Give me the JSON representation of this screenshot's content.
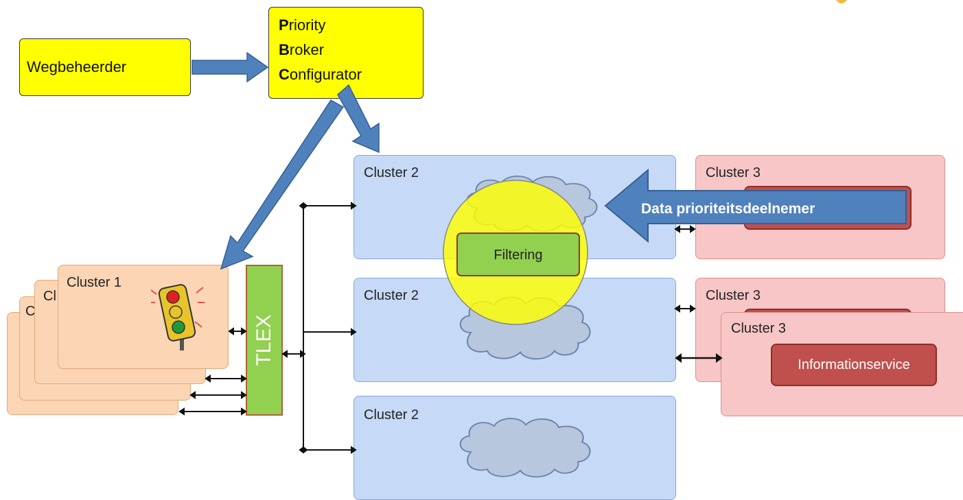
{
  "wegbeheerder": "Wegbeheerder",
  "pbc": {
    "lines": [
      {
        "initial": "P",
        "rest": "riority"
      },
      {
        "initial": "B",
        "rest": "roker"
      },
      {
        "initial": "C",
        "rest": "onfigurator"
      }
    ]
  },
  "cluster1": {
    "label": "Cluster 1",
    "stack_partial_1": "Cl",
    "stack_partial_2": "C"
  },
  "tlex": "TLEX",
  "cluster2": {
    "label": "Cluster 2"
  },
  "cluster3": {
    "label": "Cluster 3"
  },
  "filtering": "Filtering",
  "data_arrow": "Data prioriteitsdeelnemer",
  "informationservice": "Informationservice",
  "colors": {
    "yellow": "#ffff00",
    "blue_arrow": "#4f81bd",
    "green": "#92d050",
    "service_red": "#c0504d"
  }
}
